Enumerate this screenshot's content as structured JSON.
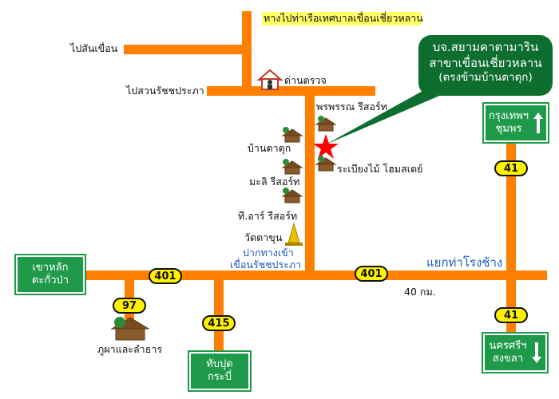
{
  "labels": {
    "to_pier": "ทางไปท่าเรือเทศบาลเขื่อนเชี่ยวหลาน",
    "to_dam": "ไปสันเขื่อน",
    "to_park": "ไปสวนรัชชประภา",
    "checkpoint": "ด่านตรวจ",
    "resort_1": "พรพรรณ รีสอร์ท",
    "ban_ta_tuk": "บ้านตาตุก",
    "resort_2": "ระเบียงไม้ โฮมสเตย์",
    "resort_3": "มะลิ รีสอร์ท",
    "resort_4": "ที.อาร์ รีสอร์ท",
    "temple": "วัดตาขุน",
    "dam_entrance_1": "ปากทางเข้า",
    "dam_entrance_2": "เขื่อนรัชชประภา",
    "junction": "แยกท่าโรงช้าง",
    "distance": "40 กม.",
    "phupha": "ภูผาและลำธาร"
  },
  "callout": {
    "line1": "บจ.สยามคาตามาริน",
    "line2": "สาขาเขื่อนเชี่ยวหลาน",
    "line3": "(ตรงข้ามบ้านตาตุก)"
  },
  "routes": {
    "r401a": "401",
    "r401b": "401",
    "r97": "97",
    "r415": "415",
    "r41a": "41",
    "r41b": "41"
  },
  "signs": {
    "khaolak_1": "เขาหลัก",
    "khaolak_2": "ตะกั่วป่า",
    "bangkok_1": "กรุงเทพฯ",
    "bangkok_2": "ชุมพร",
    "thapput_1": "ทับปุด",
    "thapput_2": "กระบี่",
    "nakhon_1": "นครศรีฯ",
    "nakhon_2": "สงขลา"
  },
  "colors": {
    "road": "#ff7f00",
    "sign_green": "#1f9a4a",
    "callout_green": "#0d6e2f",
    "shield_yellow": "#fff200",
    "star": "#ff0000",
    "label_blue": "#1a56c4"
  }
}
